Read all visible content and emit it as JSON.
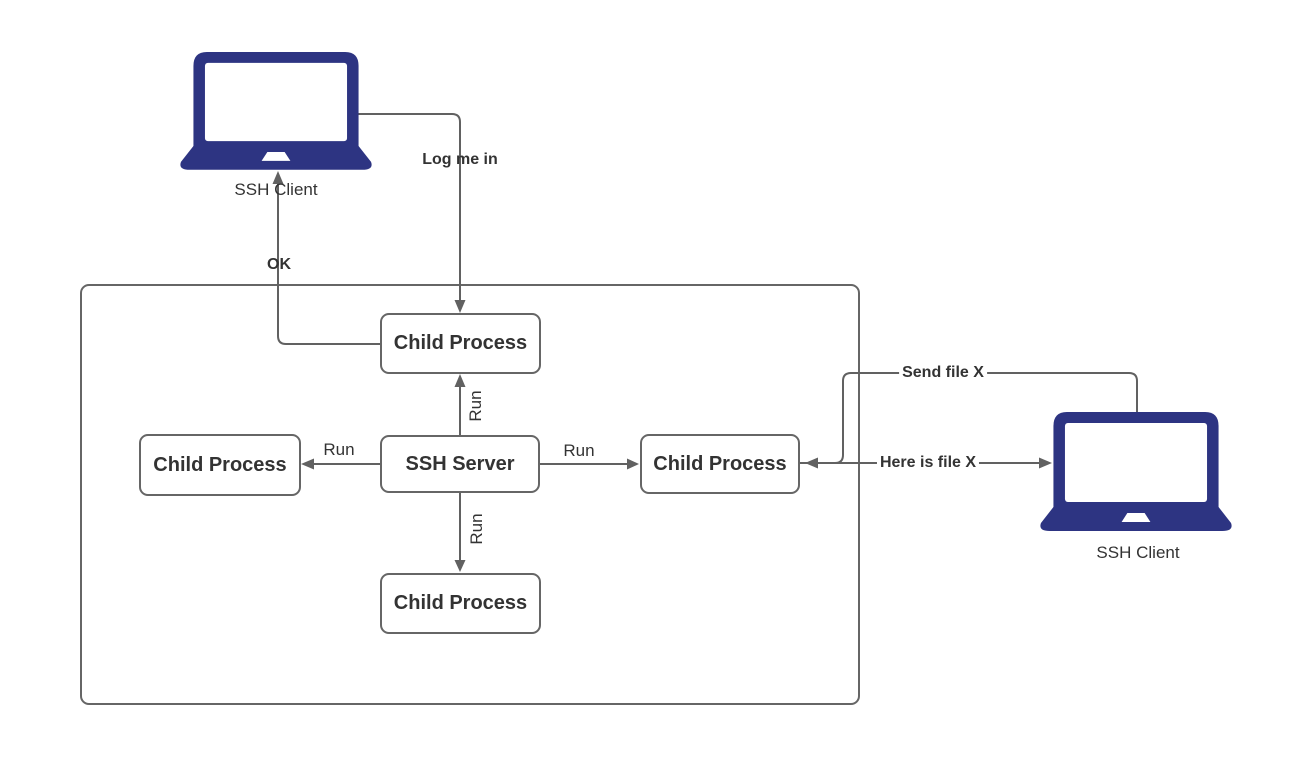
{
  "diagram": {
    "boundary": {
      "name": "ssh-server-host-boundary"
    },
    "nodes": {
      "client_top": {
        "label": "SSH Client"
      },
      "client_right": {
        "label": "SSH Client"
      },
      "child_top": {
        "label": "Child Process"
      },
      "child_left": {
        "label": "Child Process"
      },
      "child_right": {
        "label": "Child Process"
      },
      "child_bottom": {
        "label": "Child Process"
      },
      "server": {
        "label": "SSH Server"
      }
    },
    "edges": {
      "log_me_in": {
        "label": "Log me in",
        "from": "client_top",
        "to": "child_top"
      },
      "ok": {
        "label": "OK",
        "from": "child_top",
        "to": "client_top"
      },
      "run_up": {
        "label": "Run",
        "from": "server",
        "to": "child_top"
      },
      "run_left": {
        "label": "Run",
        "from": "server",
        "to": "child_left"
      },
      "run_right": {
        "label": "Run",
        "from": "server",
        "to": "child_right"
      },
      "run_down": {
        "label": "Run",
        "from": "server",
        "to": "child_bottom"
      },
      "send_file": {
        "label": "Send file X",
        "from": "client_right",
        "to": "child_right"
      },
      "here_is_file": {
        "label": "Here is file X",
        "from": "child_right",
        "to": "client_right"
      }
    },
    "colors": {
      "laptop_fill": "#2d3482",
      "connector": "#616161",
      "node_border": "#666666",
      "label_text": "#333333",
      "background": "#ffffff"
    }
  }
}
